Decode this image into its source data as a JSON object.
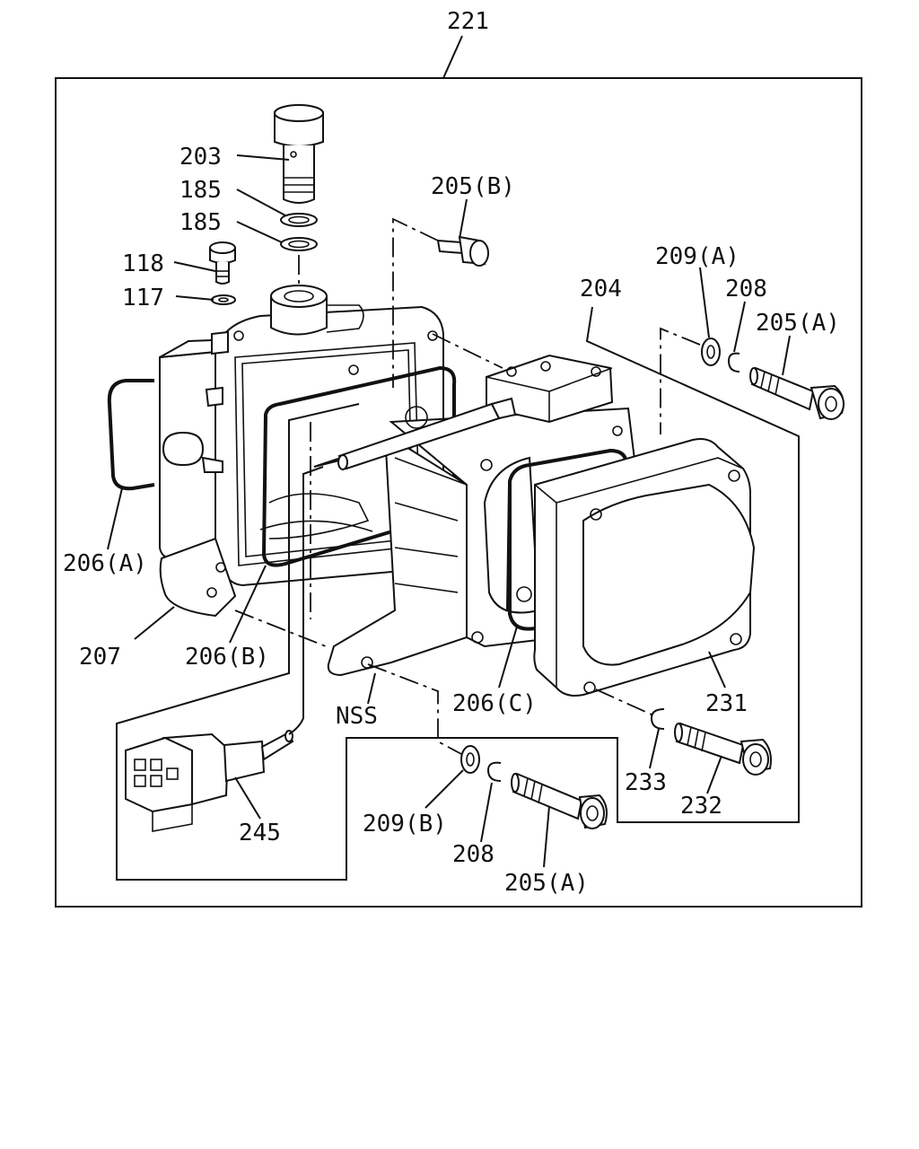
{
  "assembly": {
    "number": "221"
  },
  "callouts": {
    "c203": "203",
    "c185a": "185",
    "c185b": "185",
    "c118": "118",
    "c117": "117",
    "c205b": "205(B)",
    "c204": "204",
    "c209a": "209(A)",
    "c208a": "208",
    "c205a1": "205(A)",
    "c206a": "206(A)",
    "c207": "207",
    "c206b": "206(B)",
    "cnss": "NSS",
    "c206c": "206(C)",
    "c231": "231",
    "c233": "233",
    "c232": "232",
    "c245": "245",
    "c209b": "209(B)",
    "c208b": "208",
    "c205a2": "205(A)"
  }
}
